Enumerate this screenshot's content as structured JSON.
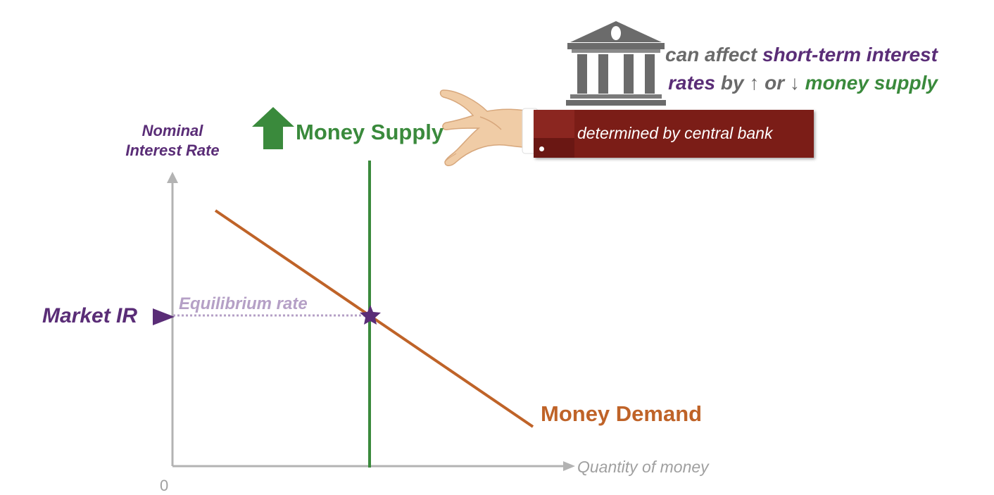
{
  "axes": {
    "y_label_line1": "Nominal",
    "y_label_line2": "Interest Rate",
    "x_label": "Quantity of money",
    "origin_label": "0"
  },
  "curves": {
    "money_supply_label": "Money Supply",
    "money_demand_label": "Money Demand"
  },
  "equilibrium": {
    "market_label": "Market IR",
    "rate_label": "Equilibrium rate"
  },
  "central_bank": {
    "icon": "bank-building-icon",
    "note_part1": "can affect",
    "note_part2": "short-term interest",
    "note_part3": "rates",
    "note_part4": "by",
    "note_up_arrow": "↑",
    "note_or": "or",
    "note_down_arrow": "↓",
    "note_part5": "money supply",
    "box_text": "determined by central bank"
  },
  "colors": {
    "purple": "#5a2d77",
    "green": "#3a8a3c",
    "orange": "#bf6328",
    "dark_red": "#7b1d17",
    "axis_gray": "#a0a0a0",
    "equilibrium_line": "#b5a0c6"
  }
}
